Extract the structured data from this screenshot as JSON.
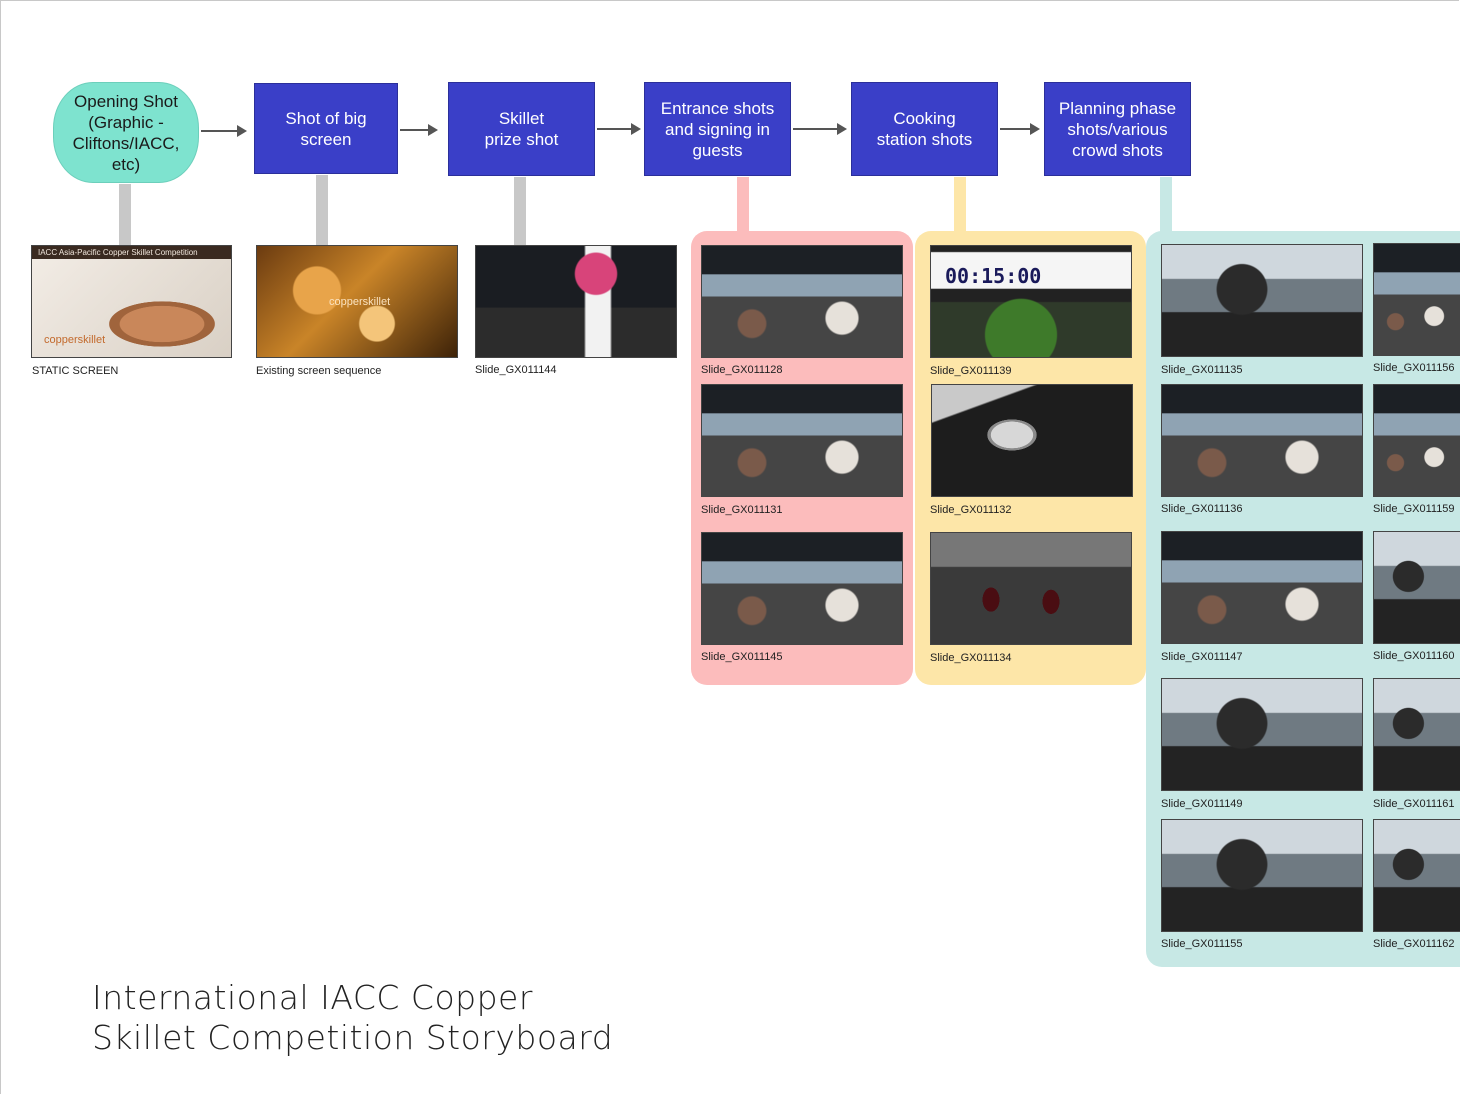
{
  "flow_steps": [
    {
      "label": "Opening Shot (Graphic - Cliftons/IACC, etc)"
    },
    {
      "label": "Shot of big screen"
    },
    {
      "label": "Skillet prize shot"
    },
    {
      "label": "Entrance shots and signing in guests"
    },
    {
      "label": "Cooking station shots"
    },
    {
      "label": "Planning phase shots/various crowd shots"
    }
  ],
  "colors": {
    "start_node": "#7ee3cf",
    "step_node": "#3a3fc8",
    "entrance_group": "#fcbcbc",
    "cooking_group": "#fde6a8",
    "planning_group": "#c7e8e5",
    "connector_grey": "#c8c8c8"
  },
  "thumbnails": {
    "col1": [
      {
        "caption": "STATIC SCREEN",
        "banner": "IACC Asia-Pacific Copper Skillet Competition",
        "logo": "copperskillet"
      }
    ],
    "col2": [
      {
        "caption": "Existing screen sequence",
        "logo": "copperskillet"
      }
    ],
    "col3": [
      {
        "caption": "Slide_GX011144"
      }
    ],
    "entrance": [
      {
        "caption": "Slide_GX011128"
      },
      {
        "caption": "Slide_GX011131"
      },
      {
        "caption": "Slide_GX011145"
      }
    ],
    "cooking": [
      {
        "caption": "Slide_GX011139",
        "timer": "00:15:00"
      },
      {
        "caption": "Slide_GX011132"
      },
      {
        "caption": "Slide_GX011134"
      }
    ],
    "planning_a": [
      {
        "caption": "Slide_GX011135"
      },
      {
        "caption": "Slide_GX011136"
      },
      {
        "caption": "Slide_GX011147"
      },
      {
        "caption": "Slide_GX011149"
      },
      {
        "caption": "Slide_GX011155"
      }
    ],
    "planning_b": [
      {
        "caption": "Slide_GX011156"
      },
      {
        "caption": "Slide_GX011159"
      },
      {
        "caption": "Slide_GX011160"
      },
      {
        "caption": "Slide_GX011161"
      },
      {
        "caption": "Slide_GX011162"
      }
    ]
  },
  "title_line1": "International IACC Copper",
  "title_line2": "Skillet Competition Storyboard"
}
